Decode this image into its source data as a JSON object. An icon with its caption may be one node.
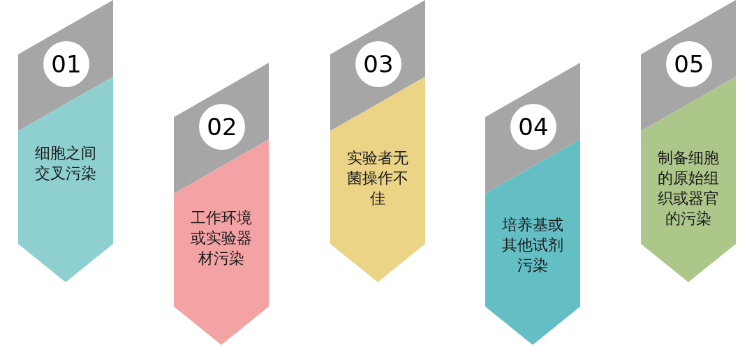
{
  "diagram": {
    "nodes": [
      {
        "text": [
          "01",
          "细胞之间交叉污染"
        ]
      },
      {
        "text": [
          "02",
          "工作环境或实验器材污染"
        ]
      },
      {
        "text": [
          "03",
          "实验者无菌操作不佳"
        ]
      },
      {
        "text": [
          "04",
          "培养基或其他试剂污染"
        ]
      },
      {
        "text": [
          "05",
          "制备细胞的原始组织或器官的污染"
        ]
      }
    ]
  }
}
